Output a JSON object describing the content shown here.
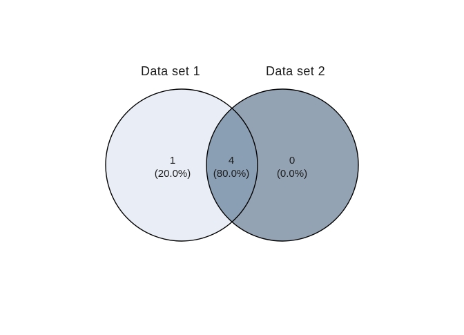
{
  "chart_data": {
    "type": "venn",
    "title": "",
    "set_labels": [
      "Data set 1",
      "Data set 2"
    ],
    "regions": [
      {
        "region": "set1_only",
        "count": 1,
        "percent": 20.0,
        "count_label": "1",
        "percent_label": "(20.0%)"
      },
      {
        "region": "overlap",
        "count": 4,
        "percent": 80.0,
        "count_label": "4",
        "percent_label": "(80.0%)"
      },
      {
        "region": "set2_only",
        "count": 0,
        "percent": 0.0,
        "count_label": "0",
        "percent_label": "(0.0%)"
      }
    ],
    "colors": {
      "background": "#ffffff",
      "set1_fill": "#e9eef6",
      "set2_fill": "#93a3b3",
      "overlap_fill": "#8b9fb4",
      "outline": "#000000"
    },
    "layout": {
      "legend": "none",
      "grid": "off"
    }
  }
}
